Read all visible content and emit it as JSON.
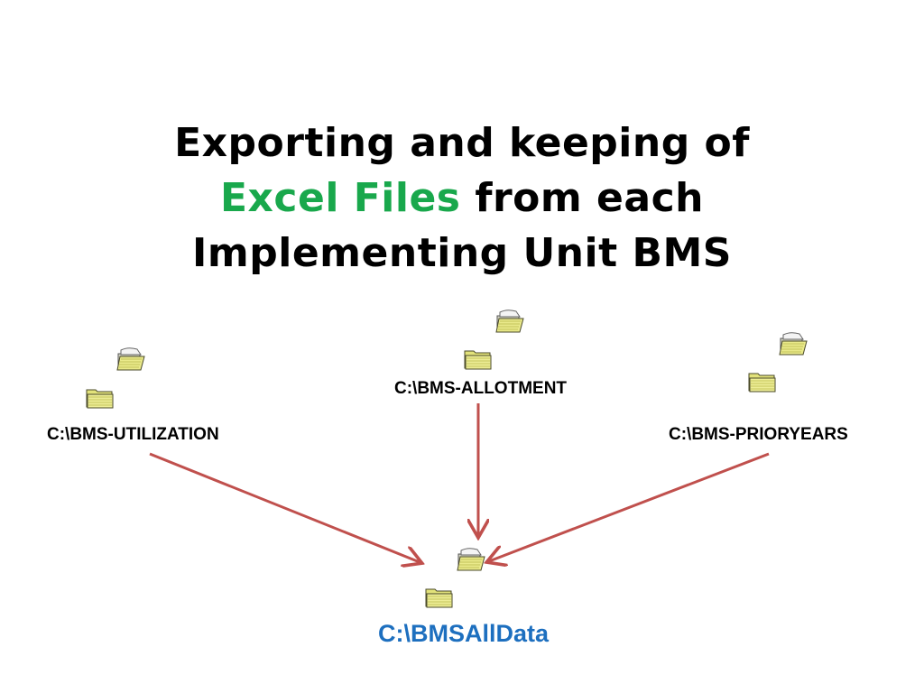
{
  "title": {
    "line1": "Exporting and keeping of",
    "line2_accent": "Excel Files",
    "line2_rest": " from each",
    "line3": "Implementing Unit BMS",
    "accent_color": "#19a84c"
  },
  "nodes": {
    "utilization": {
      "label": "C:\\BMS-UTILIZATION",
      "icon": "folder-icon"
    },
    "allotment": {
      "label": "C:\\BMS-ALLOTMENT",
      "icon": "folder-icon"
    },
    "prioryears": {
      "label": "C:\\BMS-PRIORYEARS",
      "icon": "folder-icon"
    },
    "destination": {
      "label": "C:\\BMSAllData",
      "icon": "folder-icon",
      "color": "#1d6fbf"
    }
  },
  "arrow_color": "#c0504d"
}
